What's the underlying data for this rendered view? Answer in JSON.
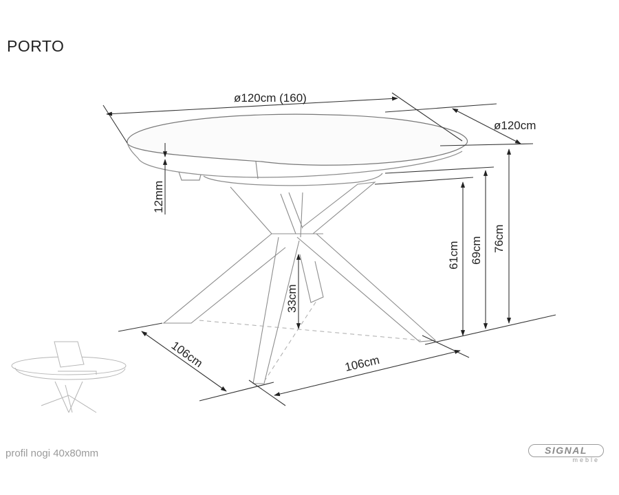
{
  "product": {
    "name": "PORTO",
    "leg_profile_note": "profil nogi 40x80mm"
  },
  "brand": {
    "name": "SIGNAL",
    "subtitle": "meble"
  },
  "dimensions": {
    "top_diameter_extended": "ø120cm (160)",
    "top_diameter_depth": "ø120cm",
    "top_thickness": "12mm",
    "height_total": "76cm",
    "height_apron": "69cm",
    "height_leg_clearance": "61cm",
    "base_cross_height": "33cm",
    "base_width_left": "106cm",
    "base_width_right": "106cm"
  },
  "colors": {
    "line": "#333333",
    "sketch": "#8c8c8c",
    "text": "#222222",
    "muted": "#9a9a9a"
  }
}
